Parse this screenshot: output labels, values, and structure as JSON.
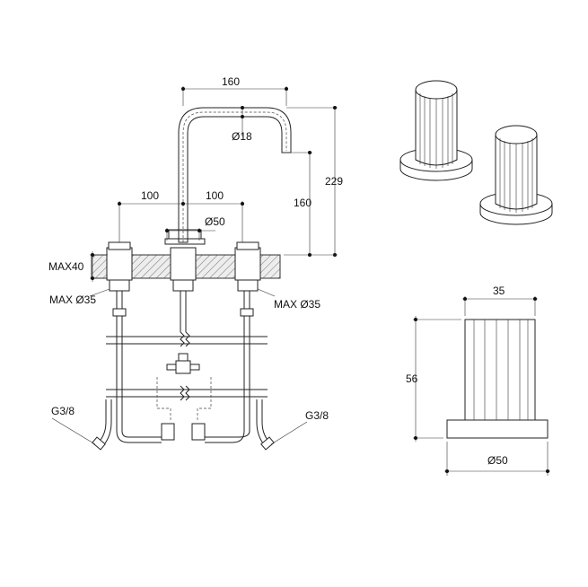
{
  "labels": {
    "dim_160_top": "160",
    "dim_dia18": "Ø18",
    "dim_229": "229",
    "dim_160_side": "160",
    "dim_100_left": "100",
    "dim_100_right": "100",
    "dim_dia50_tap": "Ø50",
    "dim_max40": "MAX40",
    "dim_max35_left": "MAX Ø35",
    "dim_max35_right": "MAX Ø35",
    "dim_g38_left": "G3/8",
    "dim_g38_right": "G3/8",
    "dim_35": "35",
    "dim_56": "56",
    "dim_dia50_handle": "Ø50"
  },
  "colors": {
    "line": "#222222",
    "fill_gray": "#b0b0b0"
  }
}
